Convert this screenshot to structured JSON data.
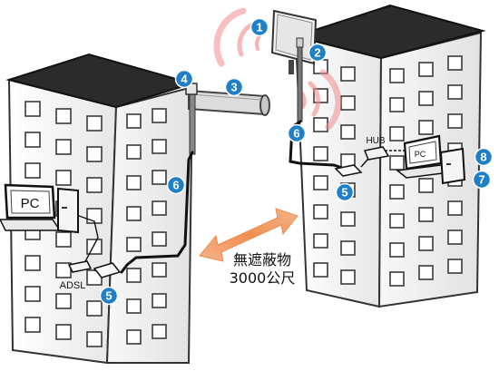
{
  "badges": {
    "b1": "1",
    "b2": "2",
    "b3": "3",
    "b4": "4",
    "b5_left": "5",
    "b5_right": "5",
    "b6_left": "6",
    "b6_right": "6",
    "b7": "7",
    "b8": "8"
  },
  "labels": {
    "pc_left": "PC",
    "pc_right": "PC",
    "hub": "HUB",
    "adsl": "ADSL",
    "distance_line1": "無遮蔽物",
    "distance_line2": "3000公尺"
  },
  "colors": {
    "badge_fill": "#1f7fc9",
    "badge_text": "#ffffff",
    "signal_wave": "#f08a8a",
    "arrow": "#f19a5e",
    "building_face": "#f2f2f2",
    "roof": "#2a2a2a",
    "window": "#ffffff",
    "cable": "#111111"
  }
}
